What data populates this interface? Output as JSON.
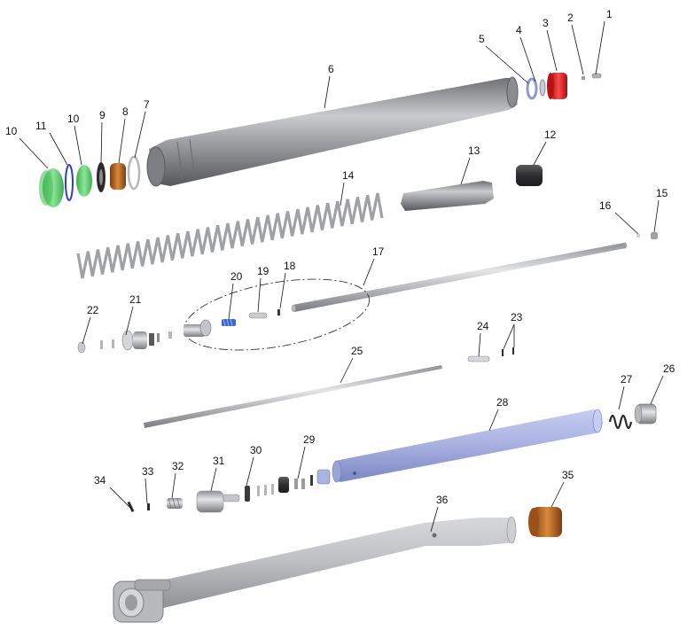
{
  "parts": [
    {
      "id": "part-1",
      "label": "1"
    },
    {
      "id": "part-2",
      "label": "2"
    },
    {
      "id": "part-3",
      "label": "3"
    },
    {
      "id": "part-4",
      "label": "4"
    },
    {
      "id": "part-5",
      "label": "5"
    },
    {
      "id": "part-6",
      "label": "6"
    },
    {
      "id": "part-7",
      "label": "7"
    },
    {
      "id": "part-8",
      "label": "8"
    },
    {
      "id": "part-9",
      "label": "9"
    },
    {
      "id": "part-10a",
      "label": "10"
    },
    {
      "id": "part-10b",
      "label": "10"
    },
    {
      "id": "part-11",
      "label": "11"
    },
    {
      "id": "part-12",
      "label": "12"
    },
    {
      "id": "part-13",
      "label": "13"
    },
    {
      "id": "part-14",
      "label": "14"
    },
    {
      "id": "part-15",
      "label": "15"
    },
    {
      "id": "part-16",
      "label": "16"
    },
    {
      "id": "part-17",
      "label": "17"
    },
    {
      "id": "part-18",
      "label": "18"
    },
    {
      "id": "part-19",
      "label": "19"
    },
    {
      "id": "part-20",
      "label": "20"
    },
    {
      "id": "part-21",
      "label": "21"
    },
    {
      "id": "part-22",
      "label": "22"
    },
    {
      "id": "part-23",
      "label": "23"
    },
    {
      "id": "part-24",
      "label": "24"
    },
    {
      "id": "part-25",
      "label": "25"
    },
    {
      "id": "part-26",
      "label": "26"
    },
    {
      "id": "part-27",
      "label": "27"
    },
    {
      "id": "part-28",
      "label": "28"
    },
    {
      "id": "part-29",
      "label": "29"
    },
    {
      "id": "part-30",
      "label": "30"
    },
    {
      "id": "part-31",
      "label": "31"
    },
    {
      "id": "part-32",
      "label": "32"
    },
    {
      "id": "part-33",
      "label": "33"
    },
    {
      "id": "part-34",
      "label": "34"
    },
    {
      "id": "part-35",
      "label": "35"
    },
    {
      "id": "part-36",
      "label": "36"
    }
  ],
  "colors": {
    "steel": "#9a9ca0",
    "aluminium": "#c4c6c9",
    "seal_green": "#5fcf72",
    "cap_red": "#e01818",
    "bushing_bronze": "#b0611c",
    "oring_blue": "#2a3fd0",
    "inner_tube_blue": "#aab2e0",
    "dark_part": "#3a3a3a"
  }
}
